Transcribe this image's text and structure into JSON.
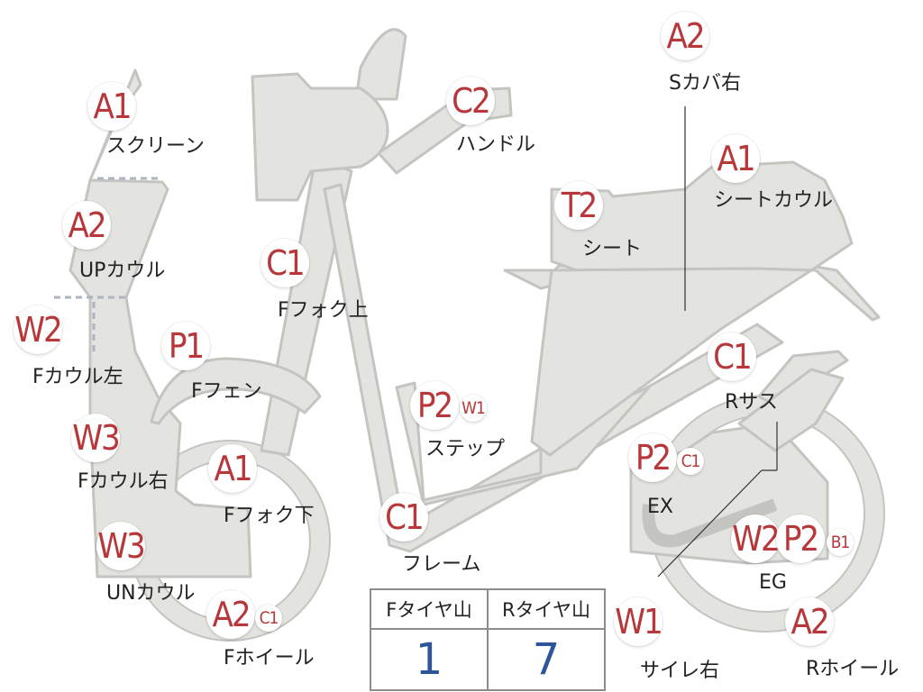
{
  "parts": [
    {
      "code": "A1",
      "label": "スクリーン"
    },
    {
      "code": "A2",
      "label": "UPカウル"
    },
    {
      "code": "W2",
      "label": "Fカウル左"
    },
    {
      "code": "W3",
      "label": "Fカウル右"
    },
    {
      "code": "W3",
      "label": "UNカウル"
    },
    {
      "code": "A2",
      "sub": "C1",
      "label": "Fホイール"
    },
    {
      "code": "A1",
      "label": "Fフォク下"
    },
    {
      "code": "P1",
      "label": "Fフェン"
    },
    {
      "code": "C1",
      "label": "Fフォク上"
    },
    {
      "code": "C2",
      "label": "ハンドル"
    },
    {
      "code": "P2",
      "sub": "W1",
      "label": "ステップ"
    },
    {
      "code": "C1",
      "label": "フレーム"
    },
    {
      "code": "T2",
      "label": "シート"
    },
    {
      "code": "A2",
      "label": "Sカバ右"
    },
    {
      "code": "A1",
      "label": "シートカウル"
    },
    {
      "code": "C1",
      "label": "Rサス"
    },
    {
      "code": "P2",
      "sub": "C1",
      "label": "EX"
    },
    {
      "code": "W2",
      "label": ""
    },
    {
      "code": "P2",
      "sub": "B1",
      "label": "EG"
    },
    {
      "code": "W1",
      "label": "サイレ右"
    },
    {
      "code": "A2",
      "label": "Rホイール"
    }
  ],
  "tire_table": {
    "headers": [
      "Fタイヤ山",
      "Rタイヤ山"
    ],
    "values": [
      "1",
      "7"
    ]
  },
  "colors": {
    "code_text": "#b7373a",
    "bike_fill": "#e3e3df",
    "bike_stroke": "#c4c4c0",
    "table_value": "#2e5597"
  }
}
